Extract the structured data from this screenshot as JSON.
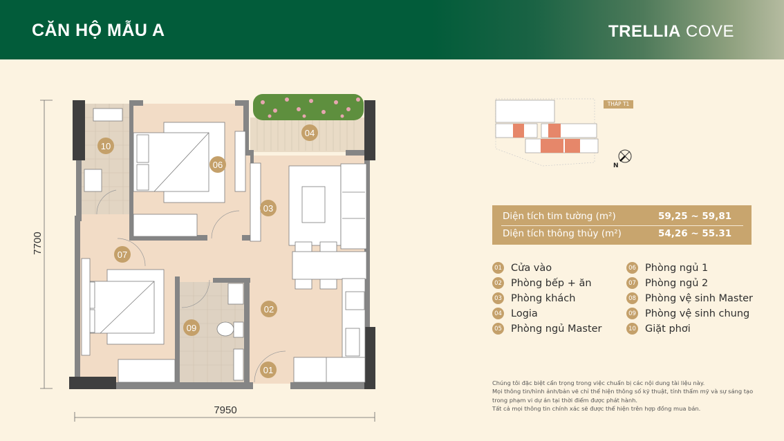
{
  "header": {
    "title": "CĂN HỘ MẪU A",
    "logo_bold": "TRELLIA",
    "logo_light": "COVE"
  },
  "floorplan": {
    "dim_width": "7950",
    "dim_height": "7700",
    "room_labels": [
      "01",
      "02",
      "03",
      "04",
      "06",
      "07",
      "09",
      "10"
    ]
  },
  "site_plan": {
    "tower_label": "THÁP T1",
    "north": "N"
  },
  "area": {
    "rows": [
      {
        "label": "Diện tích tim tường (m²)",
        "value": "59,25 ~ 59,81"
      },
      {
        "label": "Diện tích thông thủy (m²)",
        "value": "54,26 ~ 55.31"
      }
    ]
  },
  "legend": [
    {
      "num": "01",
      "label": "Cửa vào"
    },
    {
      "num": "02",
      "label": "Phòng bếp + ăn"
    },
    {
      "num": "03",
      "label": "Phòng khách"
    },
    {
      "num": "04",
      "label": "Logia"
    },
    {
      "num": "05",
      "label": "Phòng ngủ Master"
    },
    {
      "num": "06",
      "label": "Phòng ngủ 1"
    },
    {
      "num": "07",
      "label": "Phòng ngủ 2"
    },
    {
      "num": "08",
      "label": "Phòng vệ sinh Master"
    },
    {
      "num": "09",
      "label": "Phòng vệ sinh chung"
    },
    {
      "num": "10",
      "label": "Giặt phơi"
    }
  ],
  "disclaimer": [
    "Chúng tôi đặc biệt cẩn trọng trong việc chuẩn bị các nội dung tài liệu này.",
    "Mọi thông tin/hình ảnh/bản vẽ chỉ thể hiện thông số kỹ thuật, tính thẩm mỹ và sự sáng tạo",
    "trong phạm vi dự án tại thời điểm được phát hành.",
    "Tất cả mọi thông tin chính xác sẽ được thể hiện trên hợp đồng mua bán."
  ],
  "colors": {
    "brand_green": "#025c3a",
    "gold": "#c8a56e",
    "background": "#fcf3e1"
  }
}
